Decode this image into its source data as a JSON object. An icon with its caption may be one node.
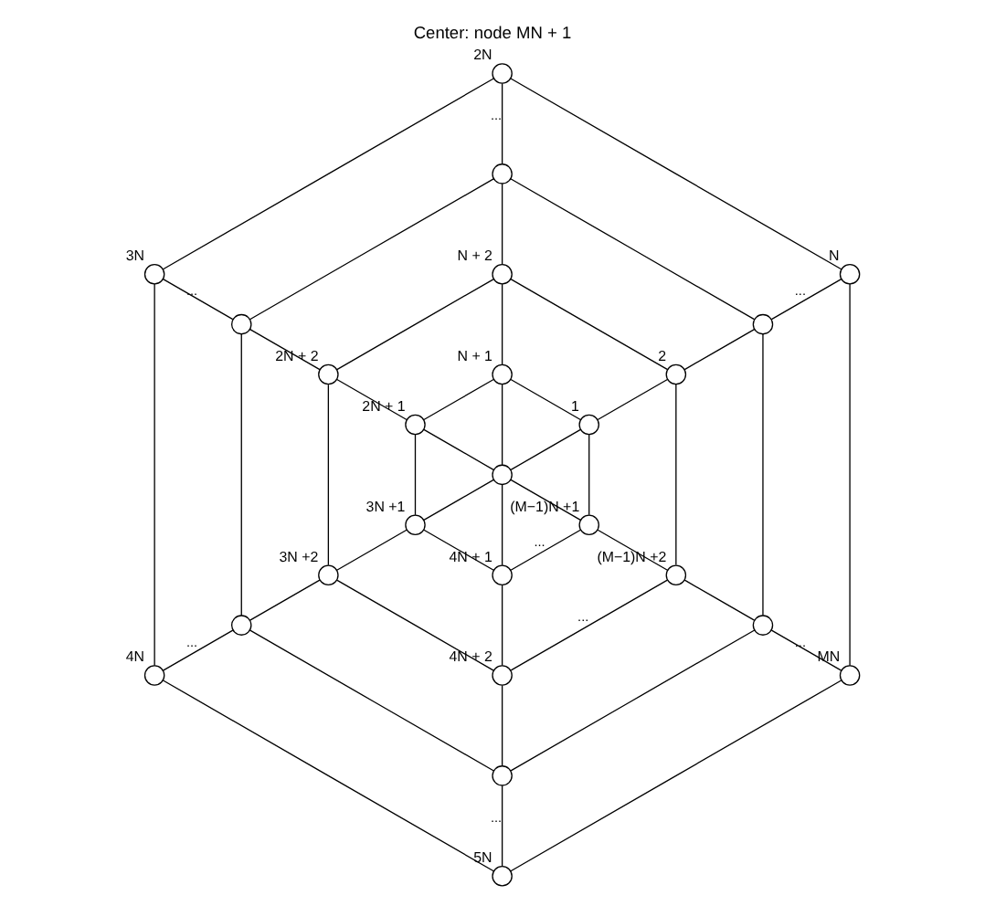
{
  "diagram": {
    "title": "Center: node MN + 1",
    "nodes": [
      {
        "text": [],
        "shape": "circle"
      },
      {
        "text": [],
        "shape": "circle",
        "beside": [
          "1"
        ]
      },
      {
        "text": [],
        "shape": "circle",
        "beside": [
          "2"
        ]
      },
      {
        "text": [],
        "shape": "circle"
      },
      {
        "text": [],
        "shape": "circle",
        "beside": [
          "N"
        ]
      },
      {
        "text": [],
        "shape": "circle",
        "beside": [
          "N + 1"
        ]
      },
      {
        "text": [],
        "shape": "circle",
        "beside": [
          "N + 2"
        ]
      },
      {
        "text": [],
        "shape": "circle"
      },
      {
        "text": [],
        "shape": "circle",
        "beside": [
          "2N"
        ]
      },
      {
        "text": [],
        "shape": "circle",
        "beside": [
          "2N + 1"
        ]
      },
      {
        "text": [],
        "shape": "circle",
        "beside": [
          "2N + 2"
        ]
      },
      {
        "text": [],
        "shape": "circle"
      },
      {
        "text": [],
        "shape": "circle",
        "beside": [
          "3N"
        ]
      },
      {
        "text": [],
        "shape": "circle",
        "beside": [
          "3N +1"
        ]
      },
      {
        "text": [],
        "shape": "circle",
        "beside": [
          "3N +2"
        ]
      },
      {
        "text": [],
        "shape": "circle"
      },
      {
        "text": [],
        "shape": "circle",
        "beside": [
          "4N"
        ]
      },
      {
        "text": [],
        "shape": "circle",
        "beside": [
          "4N + 1"
        ]
      },
      {
        "text": [],
        "shape": "circle",
        "beside": [
          "4N + 2"
        ]
      },
      {
        "text": [],
        "shape": "circle"
      },
      {
        "text": [],
        "shape": "circle",
        "beside": [
          "5N"
        ]
      },
      {
        "text": [],
        "shape": "circle",
        "beside": [
          "(M−1)N +1"
        ]
      },
      {
        "text": [],
        "shape": "circle",
        "beside": [
          "(M−1)N +2"
        ]
      },
      {
        "text": [],
        "shape": "circle"
      },
      {
        "text": [],
        "shape": "circle",
        "beside": [
          "MN"
        ]
      }
    ],
    "edges": [
      {
        "from": 0,
        "to": 1,
        "arrow": "none"
      },
      {
        "from": 1,
        "to": 2,
        "arrow": "none"
      },
      {
        "from": 2,
        "to": 3,
        "arrow": "none"
      },
      {
        "from": 3,
        "to": 4,
        "arrow": "none",
        "label": "..."
      },
      {
        "from": 0,
        "to": 5,
        "arrow": "none"
      },
      {
        "from": 5,
        "to": 6,
        "arrow": "none"
      },
      {
        "from": 6,
        "to": 7,
        "arrow": "none"
      },
      {
        "from": 7,
        "to": 8,
        "arrow": "none",
        "label": "..."
      },
      {
        "from": 0,
        "to": 9,
        "arrow": "none"
      },
      {
        "from": 9,
        "to": 10,
        "arrow": "none"
      },
      {
        "from": 10,
        "to": 11,
        "arrow": "none"
      },
      {
        "from": 11,
        "to": 12,
        "arrow": "none",
        "label": "..."
      },
      {
        "from": 0,
        "to": 13,
        "arrow": "none"
      },
      {
        "from": 13,
        "to": 14,
        "arrow": "none"
      },
      {
        "from": 14,
        "to": 15,
        "arrow": "none"
      },
      {
        "from": 15,
        "to": 16,
        "arrow": "none",
        "label": "..."
      },
      {
        "from": 0,
        "to": 17,
        "arrow": "none"
      },
      {
        "from": 17,
        "to": 18,
        "arrow": "none"
      },
      {
        "from": 18,
        "to": 19,
        "arrow": "none"
      },
      {
        "from": 19,
        "to": 20,
        "arrow": "none",
        "label": "..."
      },
      {
        "from": 0,
        "to": 21,
        "arrow": "none"
      },
      {
        "from": 21,
        "to": 22,
        "arrow": "none"
      },
      {
        "from": 22,
        "to": 23,
        "arrow": "none"
      },
      {
        "from": 23,
        "to": 24,
        "arrow": "none",
        "label": "..."
      },
      {
        "from": 1,
        "to": 5,
        "arrow": "none"
      },
      {
        "from": 5,
        "to": 9,
        "arrow": "none"
      },
      {
        "from": 9,
        "to": 13,
        "arrow": "none"
      },
      {
        "from": 13,
        "to": 17,
        "arrow": "none"
      },
      {
        "from": 17,
        "to": 21,
        "arrow": "none",
        "label": "..."
      },
      {
        "from": 21,
        "to": 1,
        "arrow": "none"
      },
      {
        "from": 2,
        "to": 6,
        "arrow": "none"
      },
      {
        "from": 6,
        "to": 10,
        "arrow": "none"
      },
      {
        "from": 10,
        "to": 14,
        "arrow": "none"
      },
      {
        "from": 14,
        "to": 18,
        "arrow": "none"
      },
      {
        "from": 18,
        "to": 22,
        "arrow": "none",
        "label": "..."
      },
      {
        "from": 22,
        "to": 2,
        "arrow": "none"
      },
      {
        "from": 3,
        "to": 7,
        "arrow": "none"
      },
      {
        "from": 7,
        "to": 11,
        "arrow": "none"
      },
      {
        "from": 11,
        "to": 15,
        "arrow": "none"
      },
      {
        "from": 15,
        "to": 19,
        "arrow": "none"
      },
      {
        "from": 19,
        "to": 23,
        "arrow": "none"
      },
      {
        "from": 23,
        "to": 3,
        "arrow": "none"
      },
      {
        "from": 4,
        "to": 8,
        "arrow": "none"
      },
      {
        "from": 8,
        "to": 12,
        "arrow": "none"
      },
      {
        "from": 12,
        "to": 16,
        "arrow": "none"
      },
      {
        "from": 16,
        "to": 20,
        "arrow": "none"
      },
      {
        "from": 20,
        "to": 24,
        "arrow": "none"
      },
      {
        "from": 24,
        "to": 4,
        "arrow": "none"
      }
    ]
  }
}
